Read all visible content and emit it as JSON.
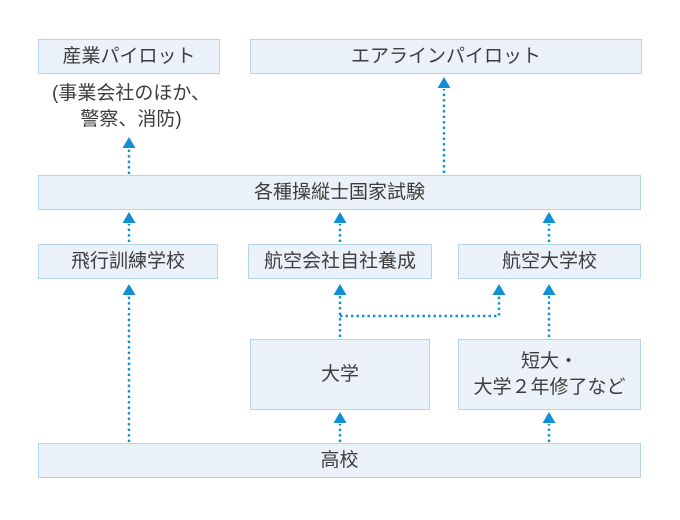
{
  "diagram": {
    "type": "flowchart",
    "nodes": {
      "industrial_pilot": "産業パイロット",
      "industrial_pilot_note_line1": "(事業会社のほか、",
      "industrial_pilot_note_line2": "警察、消防)",
      "airline_pilot": "エアラインパイロット",
      "national_exam": "各種操縦士国家試験",
      "flight_training_school": "飛行訓練学校",
      "airline_inhouse_training": "航空会社自社養成",
      "aviation_college": "航空大学校",
      "university": "大学",
      "junior_college_line1": "短大・",
      "junior_college_line2": "大学２年修了など",
      "high_school": "高校"
    },
    "edges": [
      {
        "from": "national_exam",
        "to": "industrial_pilot"
      },
      {
        "from": "national_exam",
        "to": "airline_pilot"
      },
      {
        "from": "flight_training_school",
        "to": "national_exam"
      },
      {
        "from": "airline_inhouse_training",
        "to": "national_exam"
      },
      {
        "from": "aviation_college",
        "to": "national_exam"
      },
      {
        "from": "university",
        "to": "airline_inhouse_training"
      },
      {
        "from": "university",
        "to": "aviation_college"
      },
      {
        "from": "junior_college",
        "to": "aviation_college"
      },
      {
        "from": "high_school",
        "to": "flight_training_school"
      },
      {
        "from": "high_school",
        "to": "university"
      },
      {
        "from": "high_school",
        "to": "junior_college"
      }
    ],
    "colors": {
      "box_fill": "#eaf1f8",
      "box_border": "#b5d5ea",
      "arrow_blue": "#0f8fd4",
      "text": "#3d3d3d",
      "background": "#ffffff"
    },
    "arrow_style": "dotted line with solid triangle head, pointing up"
  }
}
